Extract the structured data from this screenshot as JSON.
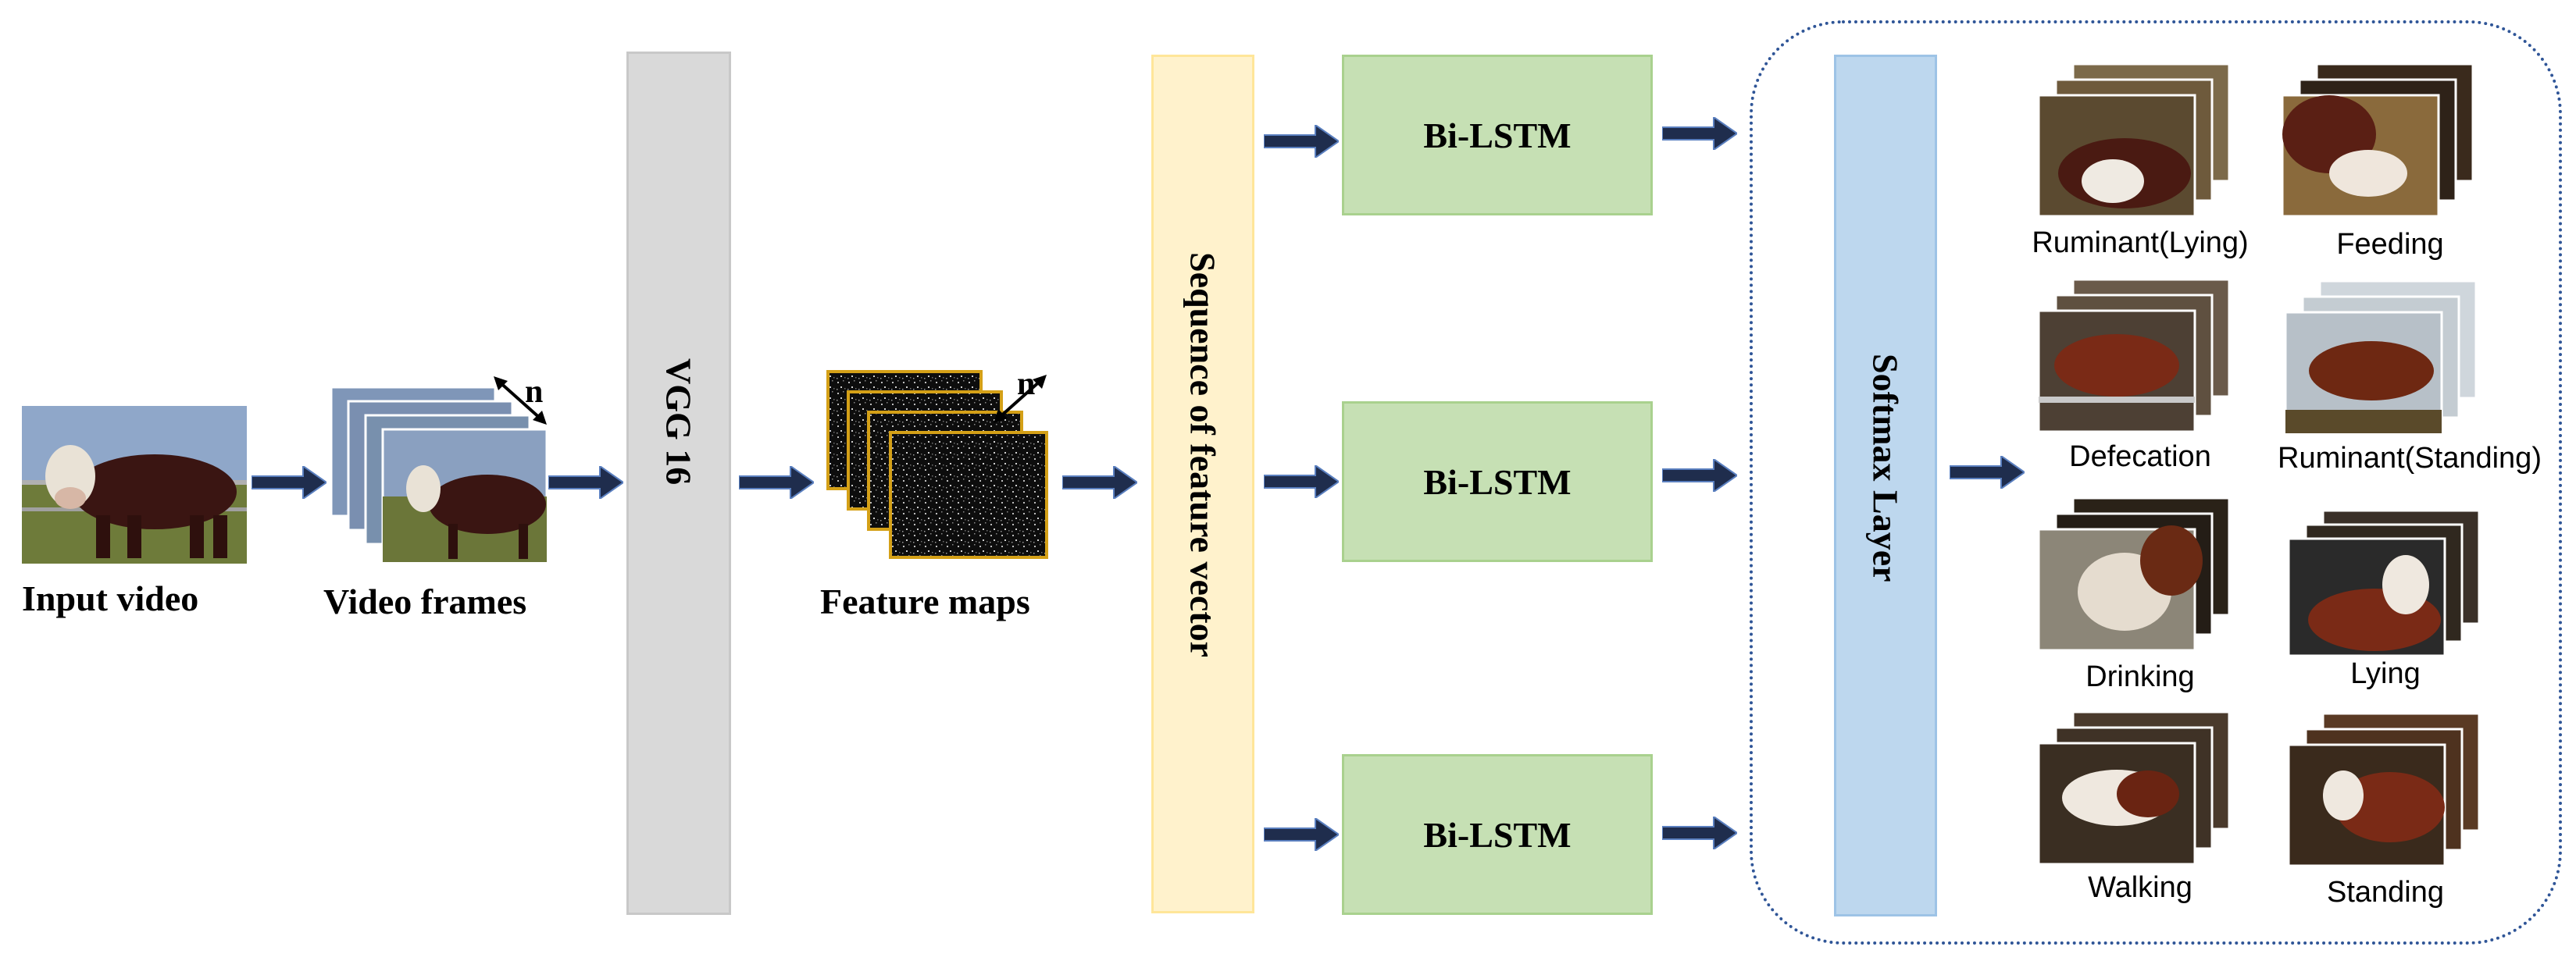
{
  "labels": {
    "input_video": "Input video",
    "video_frames": "Video frames",
    "feature_maps": "Feature maps",
    "n_frames": "n",
    "n_maps": "n"
  },
  "blocks": {
    "vgg": "VGG 16",
    "sequence": "Sequence of feature vector",
    "lstm": [
      "Bi-LSTM",
      "Bi-LSTM",
      "Bi-LSTM"
    ],
    "softmax": "Softmax Layer"
  },
  "classes": [
    "Ruminant(Lying)",
    "Feeding",
    "Defecation",
    "Ruminant(Standing)",
    "Drinking",
    "Lying",
    "Walking",
    "Standing"
  ],
  "colors": {
    "vgg_fill": "#d9d9d9",
    "sequence_fill": "#fff2cc",
    "sequence_border": "#ffe699",
    "lstm_fill": "#c6e0b4",
    "softmax_fill": "#bdd7ee",
    "softmax_border": "#9dc3e6",
    "arrow_fill": "#1f2d4d",
    "dotted_border": "#2f5597"
  }
}
